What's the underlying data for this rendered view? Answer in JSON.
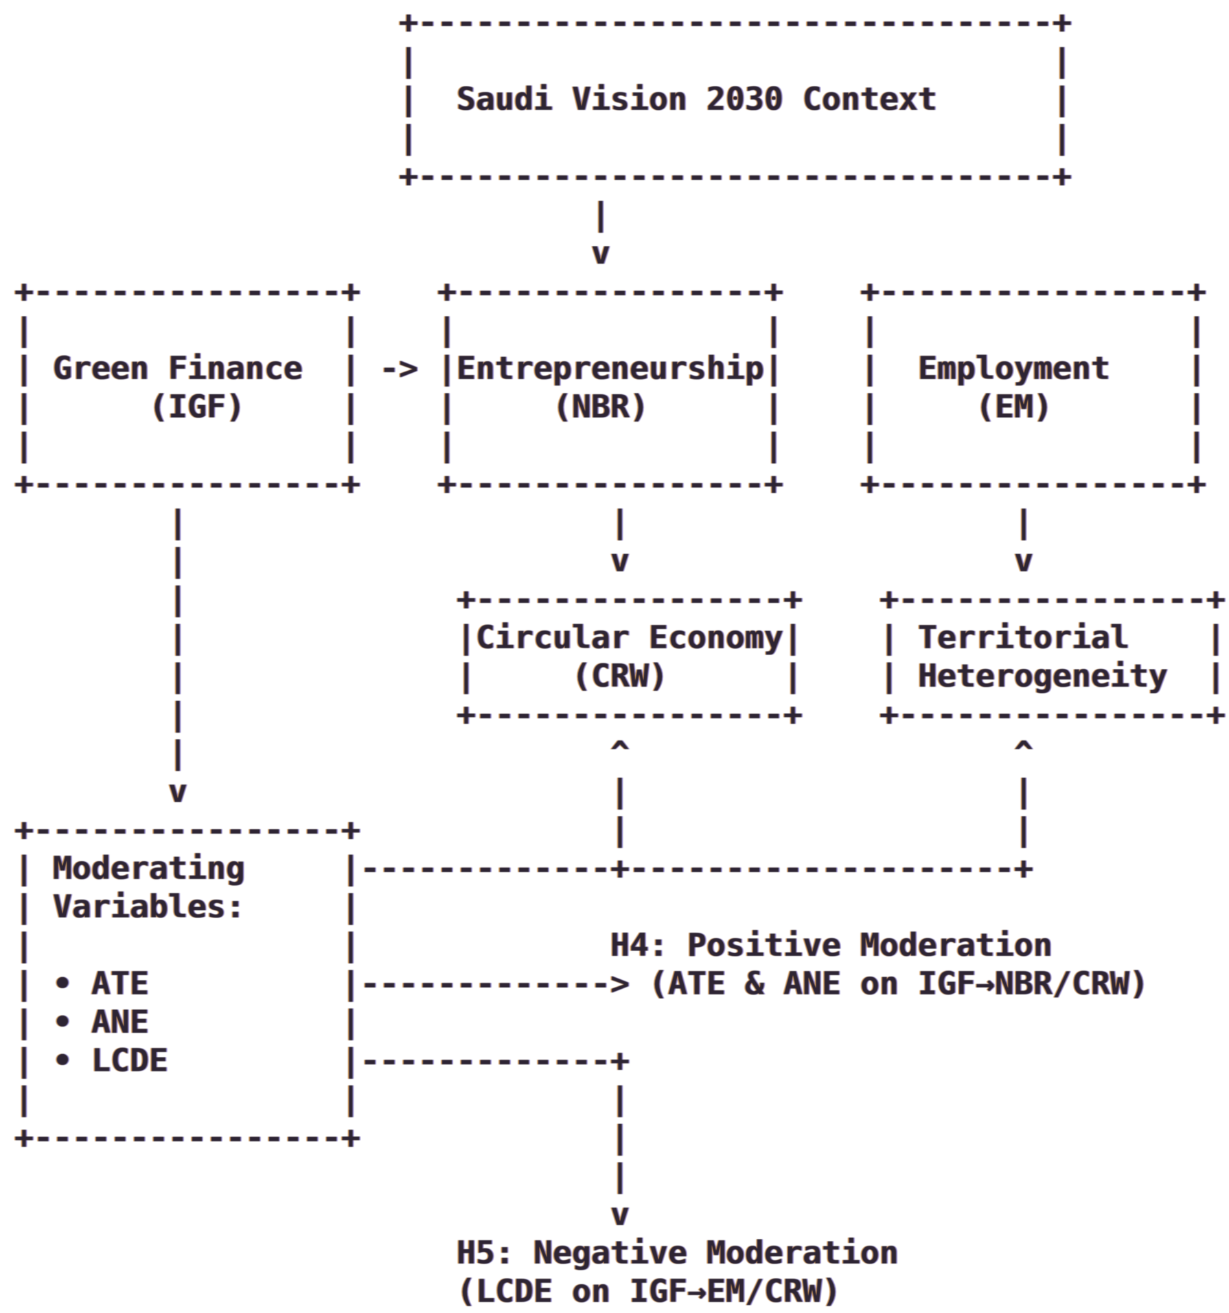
{
  "palette": {
    "background": "#ffffff",
    "ink": "#2d2433",
    "fringe_warm": "#d29a5a",
    "fringe_cool": "#8f86c9"
  },
  "diagram": {
    "context": {
      "title": "Saudi Vision 2030 Context",
      "ascii": "+---------------------------------+\n|                                 |\n|  Saudi Vision 2030 Context      |\n|                                 |\n+---------------------------------+"
    },
    "green_finance": {
      "title": "Green Finance",
      "abbrev": "(IGF)",
      "ascii": "+----------------+\n|                |\n| Green Finance  |\n|      (IGF)     |\n|                |\n+----------------+"
    },
    "entrepreneurship": {
      "title": "Entrepreneurship",
      "abbrev": "(NBR)",
      "ascii": "+----------------+\n|                |\n|Entrepreneurship|\n|     (NBR)      |\n|                |\n+----------------+"
    },
    "employment": {
      "title": "Employment",
      "abbrev": "(EM)",
      "ascii": "+----------------+\n|                |\n|  Employment    |\n|     (EM)       |\n|                |\n+----------------+"
    },
    "circular_economy": {
      "title": "Circular Economy",
      "abbrev": "(CRW)",
      "ascii": "+----------------+\n|Circular Economy|\n|     (CRW)      |\n+----------------+"
    },
    "territorial": {
      "title": "Territorial Heterogeneity",
      "ascii": "+----------------+\n| Territorial    |\n| Heterogeneity  |\n+----------------+"
    },
    "moderating": {
      "title": "Moderating Variables:",
      "items": [
        "ATE",
        "ANE",
        "LCDE"
      ],
      "ascii": "+----------------+\n| Moderating     |\n| Variables:     |\n|                |\n| • ATE          |\n| • ANE          |\n| • LCDE         |\n|                |\n+----------------+"
    },
    "connectors": {
      "context_down": "|\nv",
      "igf_to_nbr": "->",
      "igf_down": "|\n|\n|\n|\n|\n|\n|\nv",
      "nbr_down": "|\nv",
      "em_down": "|\nv",
      "crw_up": "^\n|\n|",
      "terr_up": "^\n|\n|",
      "moderation_bus": "-------------+--------------------+",
      "h4_arrow": "------------->",
      "h5_line": "-------------+",
      "h5_down": "|\n|\n|\nv"
    },
    "h4": {
      "title": "H4: Positive Moderation",
      "detail": "(ATE & ANE on IGF→NBR/CRW)"
    },
    "h5": {
      "title": "H5: Negative Moderation",
      "detail": "(LCDE on IGF→EM/CRW)"
    }
  }
}
